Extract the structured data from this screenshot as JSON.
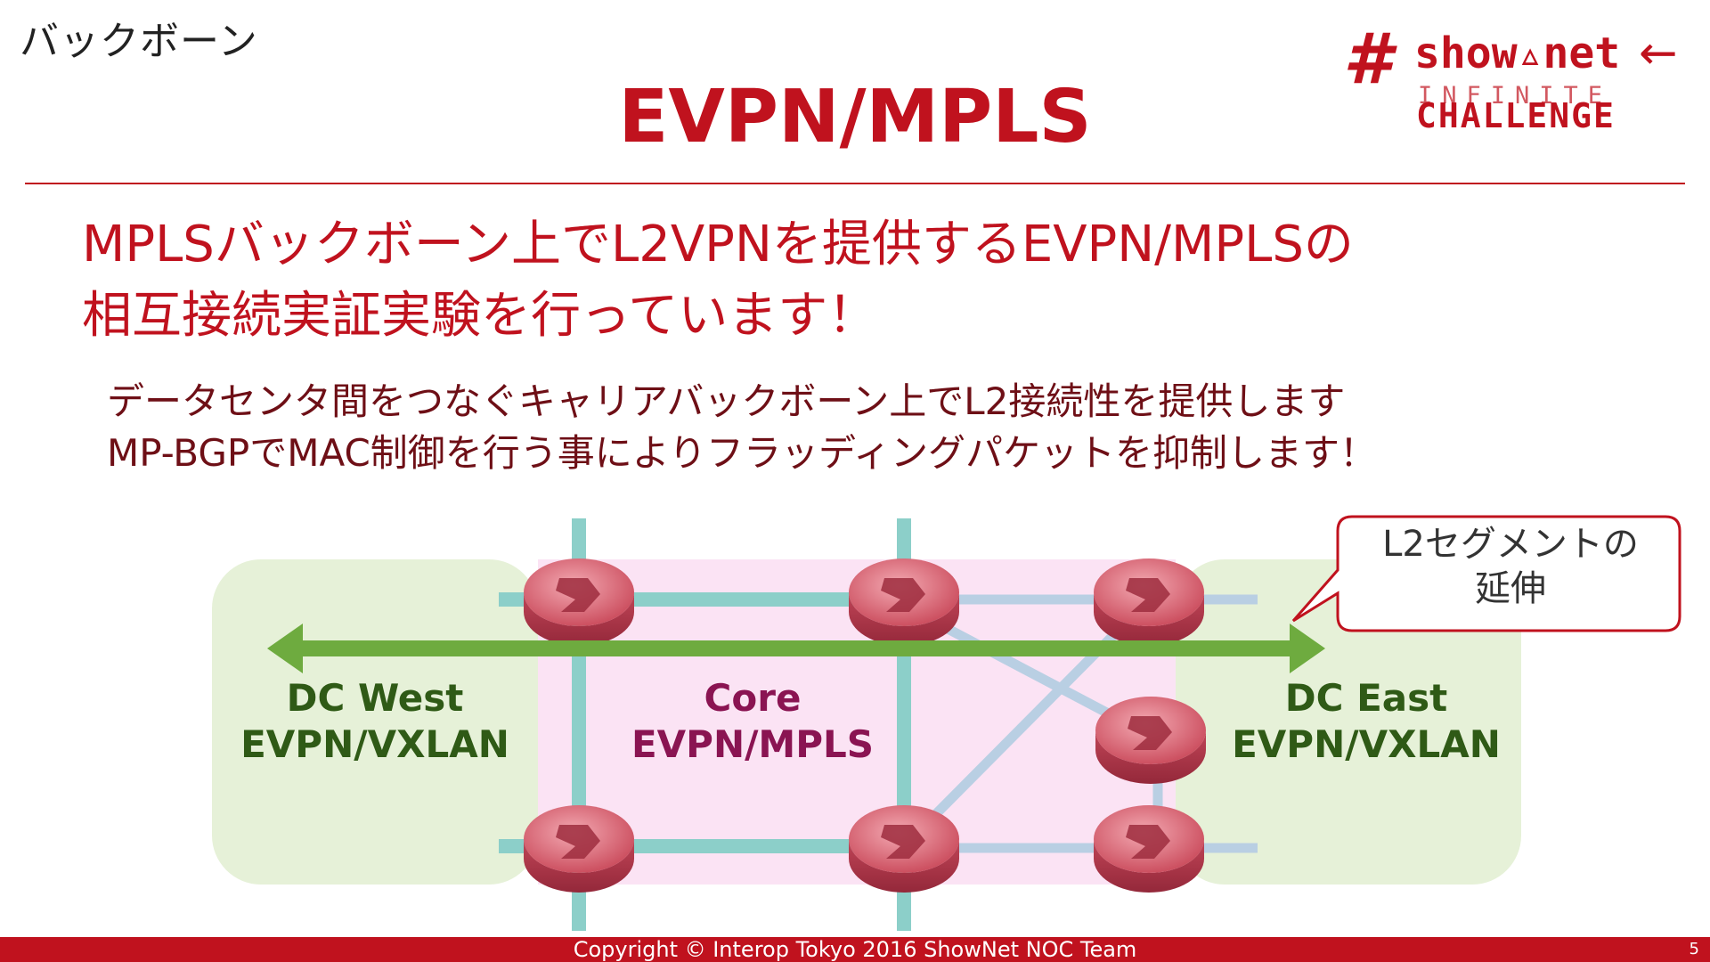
{
  "header": {
    "section_label": "バックボーン",
    "title": "EVPN/MPLS"
  },
  "logo": {
    "hash": "#",
    "word": "show▵net",
    "arrow": "←",
    "line1": "INFINITE",
    "line2": "CHALLENGE"
  },
  "lead": {
    "line1": "MPLSバックボーン上でL2VPNを提供するEVPN/MPLSの",
    "line2": "相互接続実証実験を行っています！"
  },
  "detail": {
    "line1": "データセンタ間をつなぐキャリアバックボーン上でL2接続性を提供します",
    "line2": "MP-BGPでMAC制御を行う事によりフラッディングパケットを抑制します！"
  },
  "diagram": {
    "west": {
      "line1": "DC West",
      "line2": "EVPN/VXLAN"
    },
    "core": {
      "line1": "Core",
      "line2": "EVPN/MPLS"
    },
    "east": {
      "line1": "DC East",
      "line2": "EVPN/VXLAN"
    },
    "callout": {
      "line1": "L2セグメントの",
      "line2": "延伸"
    },
    "colors": {
      "dc_zone": "#e6f1d8",
      "core_zone": "#fbe3f4",
      "link_teal": "#8ccfc9",
      "link_blue": "#b9cfe3",
      "router": "#d45c6d",
      "l2_arrow": "#6eab3f",
      "dc_label": "#2f5a16",
      "core_label": "#8a1452"
    }
  },
  "footer": {
    "copyright": "Copyright © Interop Tokyo 2016 ShowNet NOC Team",
    "page": "5"
  }
}
